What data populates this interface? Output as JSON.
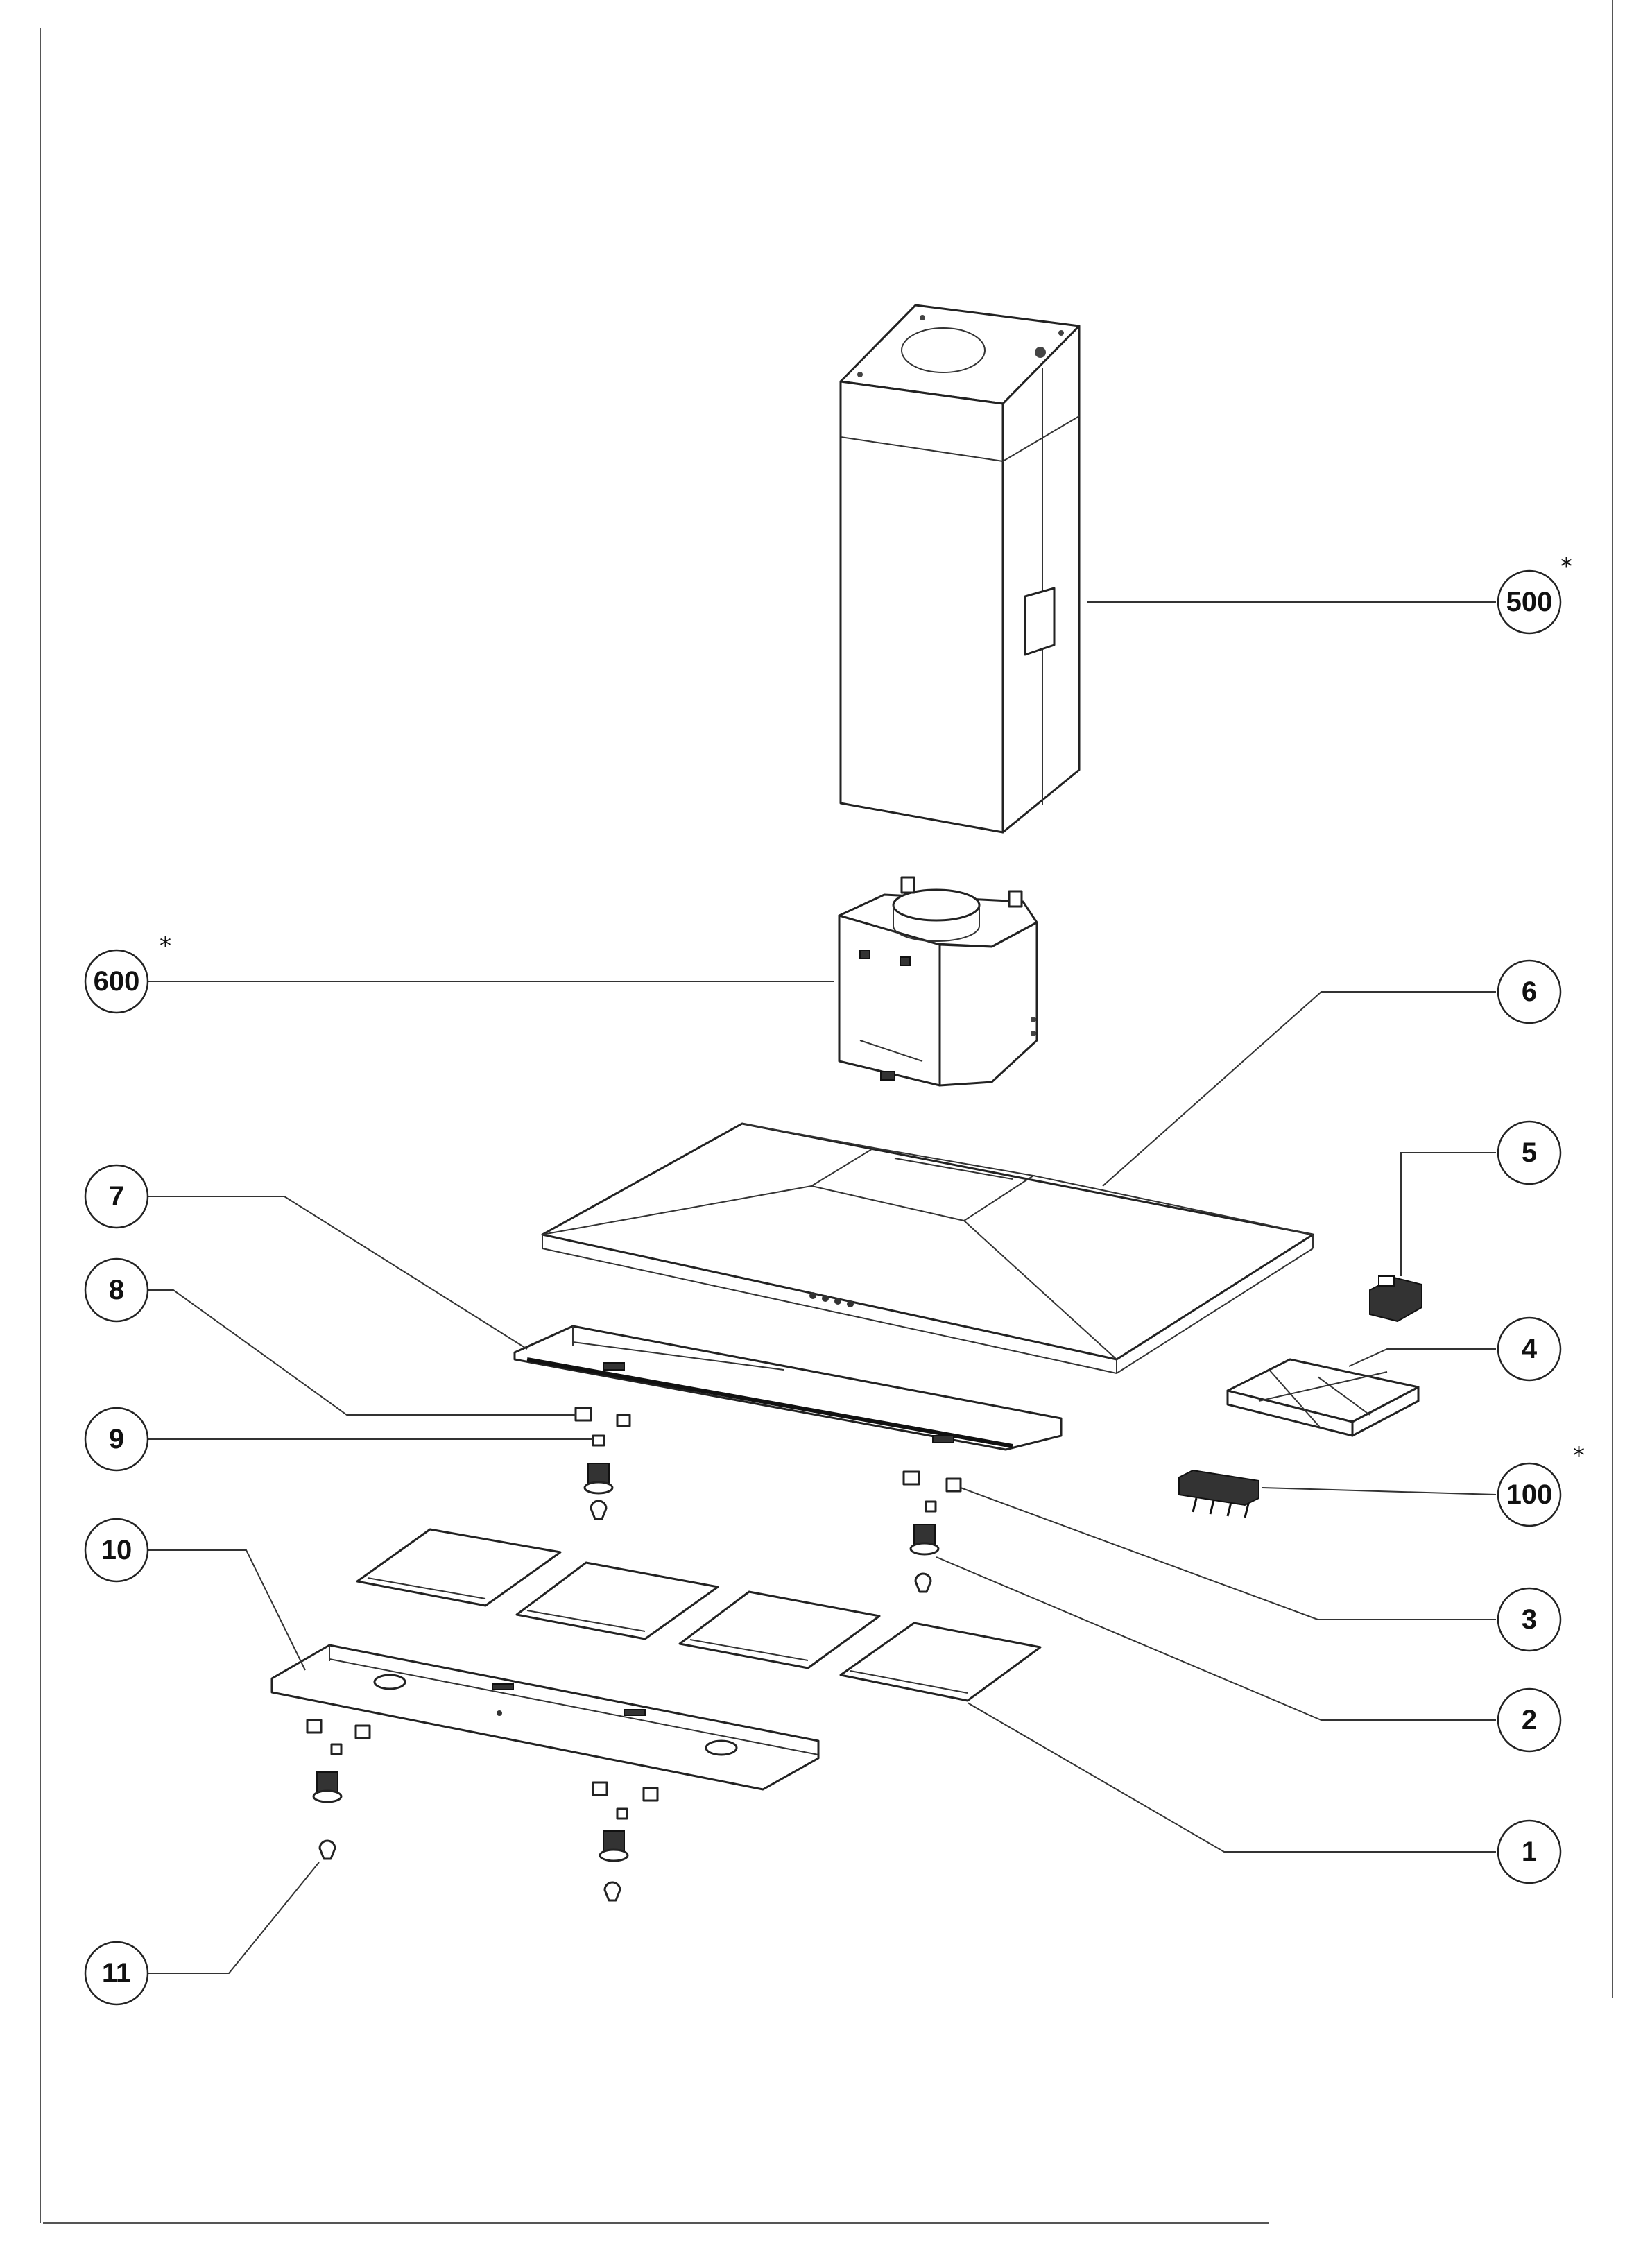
{
  "callouts": [
    {
      "id": "500",
      "label": "500",
      "starred": true
    },
    {
      "id": "600",
      "label": "600",
      "starred": true
    },
    {
      "id": "6",
      "label": "6",
      "starred": false
    },
    {
      "id": "5",
      "label": "5",
      "starred": false
    },
    {
      "id": "7",
      "label": "7",
      "starred": false
    },
    {
      "id": "8",
      "label": "8",
      "starred": false
    },
    {
      "id": "4",
      "label": "4",
      "starred": false
    },
    {
      "id": "9",
      "label": "9",
      "starred": false
    },
    {
      "id": "100",
      "label": "100",
      "starred": true
    },
    {
      "id": "10",
      "label": "10",
      "starred": false
    },
    {
      "id": "3",
      "label": "3",
      "starred": false
    },
    {
      "id": "2",
      "label": "2",
      "starred": false
    },
    {
      "id": "1",
      "label": "1",
      "starred": false
    },
    {
      "id": "11",
      "label": "11",
      "starred": false
    }
  ],
  "star_symbol": "*"
}
